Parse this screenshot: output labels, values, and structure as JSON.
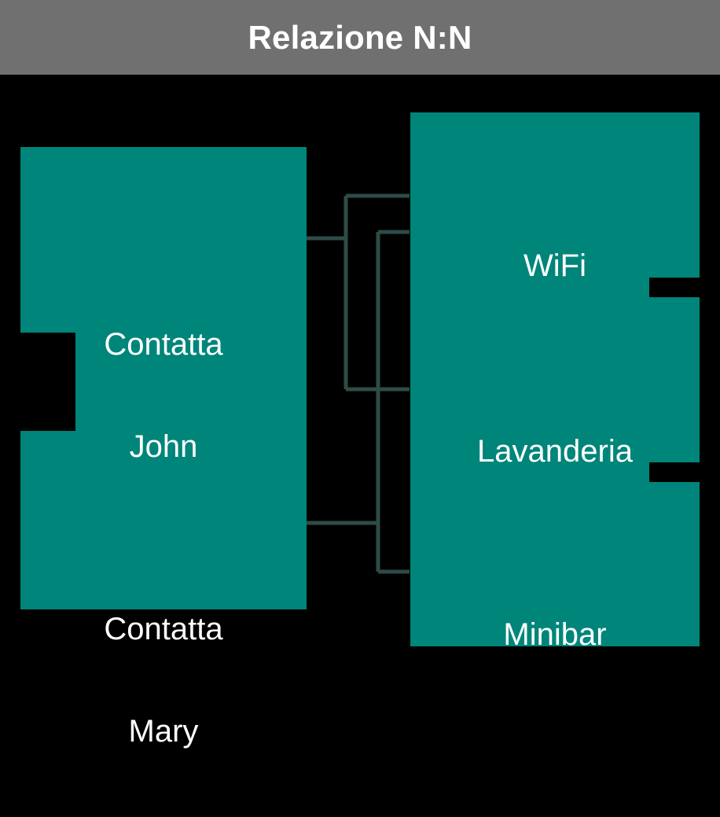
{
  "header": {
    "title": "Relazione N:N",
    "background": "#707070",
    "text_color": "#ffffff"
  },
  "diagram": {
    "background": "#000000",
    "node_fill": "#00857a",
    "connector_color": "#2e4b47",
    "left_group": {
      "name": "contacts",
      "nodes": [
        {
          "id": "contatta-john",
          "line1": "Contatta",
          "line2": "John",
          "label": "Contatta John"
        },
        {
          "id": "contatta-mary",
          "line1": "Contatta",
          "line2": "Mary",
          "label": "Contatta Mary"
        }
      ]
    },
    "right_group": {
      "name": "services",
      "nodes": [
        {
          "id": "wifi",
          "label": "WiFi"
        },
        {
          "id": "lavanderia",
          "label": "Lavanderia"
        },
        {
          "id": "minibar",
          "label": "Minibar"
        }
      ]
    },
    "relations": [
      {
        "from": "contatta-john",
        "to": "wifi"
      },
      {
        "from": "contatta-john",
        "to": "lavanderia"
      },
      {
        "from": "contatta-mary",
        "to": "lavanderia"
      },
      {
        "from": "contatta-mary",
        "to": "minibar"
      }
    ]
  }
}
